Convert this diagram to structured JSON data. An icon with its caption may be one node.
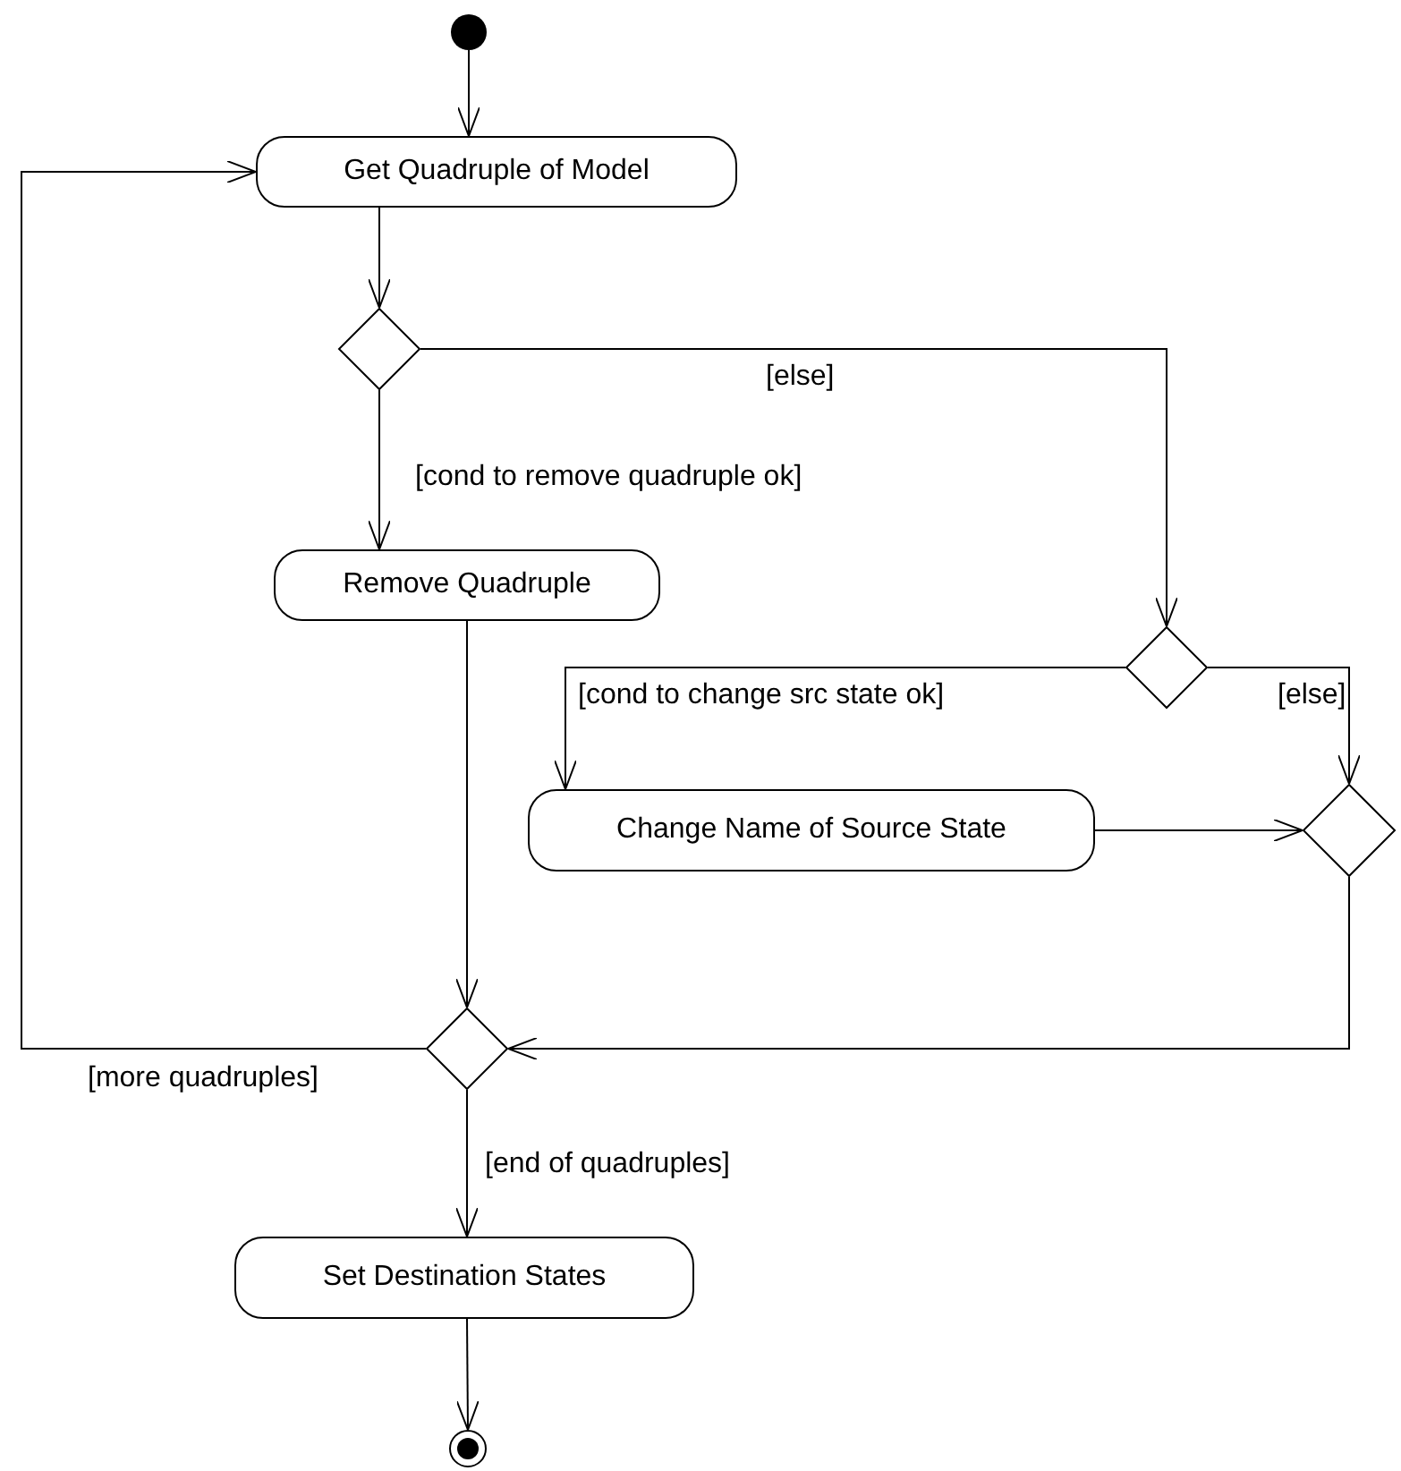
{
  "diagram": {
    "nodes": [
      {
        "text": [],
        "shape": "circle"
      },
      {
        "text": [
          "Get Quadruple of Model"
        ]
      },
      {
        "text": [],
        "shape": "diamond"
      },
      {
        "text": [
          "Remove Quadruple"
        ]
      },
      {
        "text": [],
        "shape": "diamond"
      },
      {
        "text": [
          "Change Name of Source State"
        ]
      },
      {
        "text": [],
        "shape": "diamond"
      },
      {
        "text": [],
        "shape": "diamond"
      },
      {
        "text": [
          "Set Destination States"
        ]
      },
      {
        "text": [],
        "shape": "circle"
      }
    ],
    "edges": [
      {
        "from": 0,
        "to": 1,
        "arrow": "to"
      },
      {
        "from": 1,
        "to": 2,
        "arrow": "to"
      },
      {
        "from": 2,
        "to": 4,
        "arrow": "to",
        "label": "[else]"
      },
      {
        "from": 2,
        "to": 3,
        "arrow": "to",
        "label": "[cond to remove quadruple ok]"
      },
      {
        "from": 3,
        "to": 7,
        "arrow": "to"
      },
      {
        "from": 4,
        "to": 5,
        "arrow": "to",
        "label": "[cond to change src state ok]"
      },
      {
        "from": 4,
        "to": 6,
        "arrow": "to",
        "label": "[else]"
      },
      {
        "from": 5,
        "to": 6,
        "arrow": "to"
      },
      {
        "from": 6,
        "to": 7,
        "arrow": "to"
      },
      {
        "from": 7,
        "to": 1,
        "arrow": "to",
        "label": "[more quadruples]"
      },
      {
        "from": 7,
        "to": 8,
        "arrow": "to",
        "label": "[end of quadruples]"
      },
      {
        "from": 8,
        "to": 9,
        "arrow": "to"
      }
    ]
  }
}
